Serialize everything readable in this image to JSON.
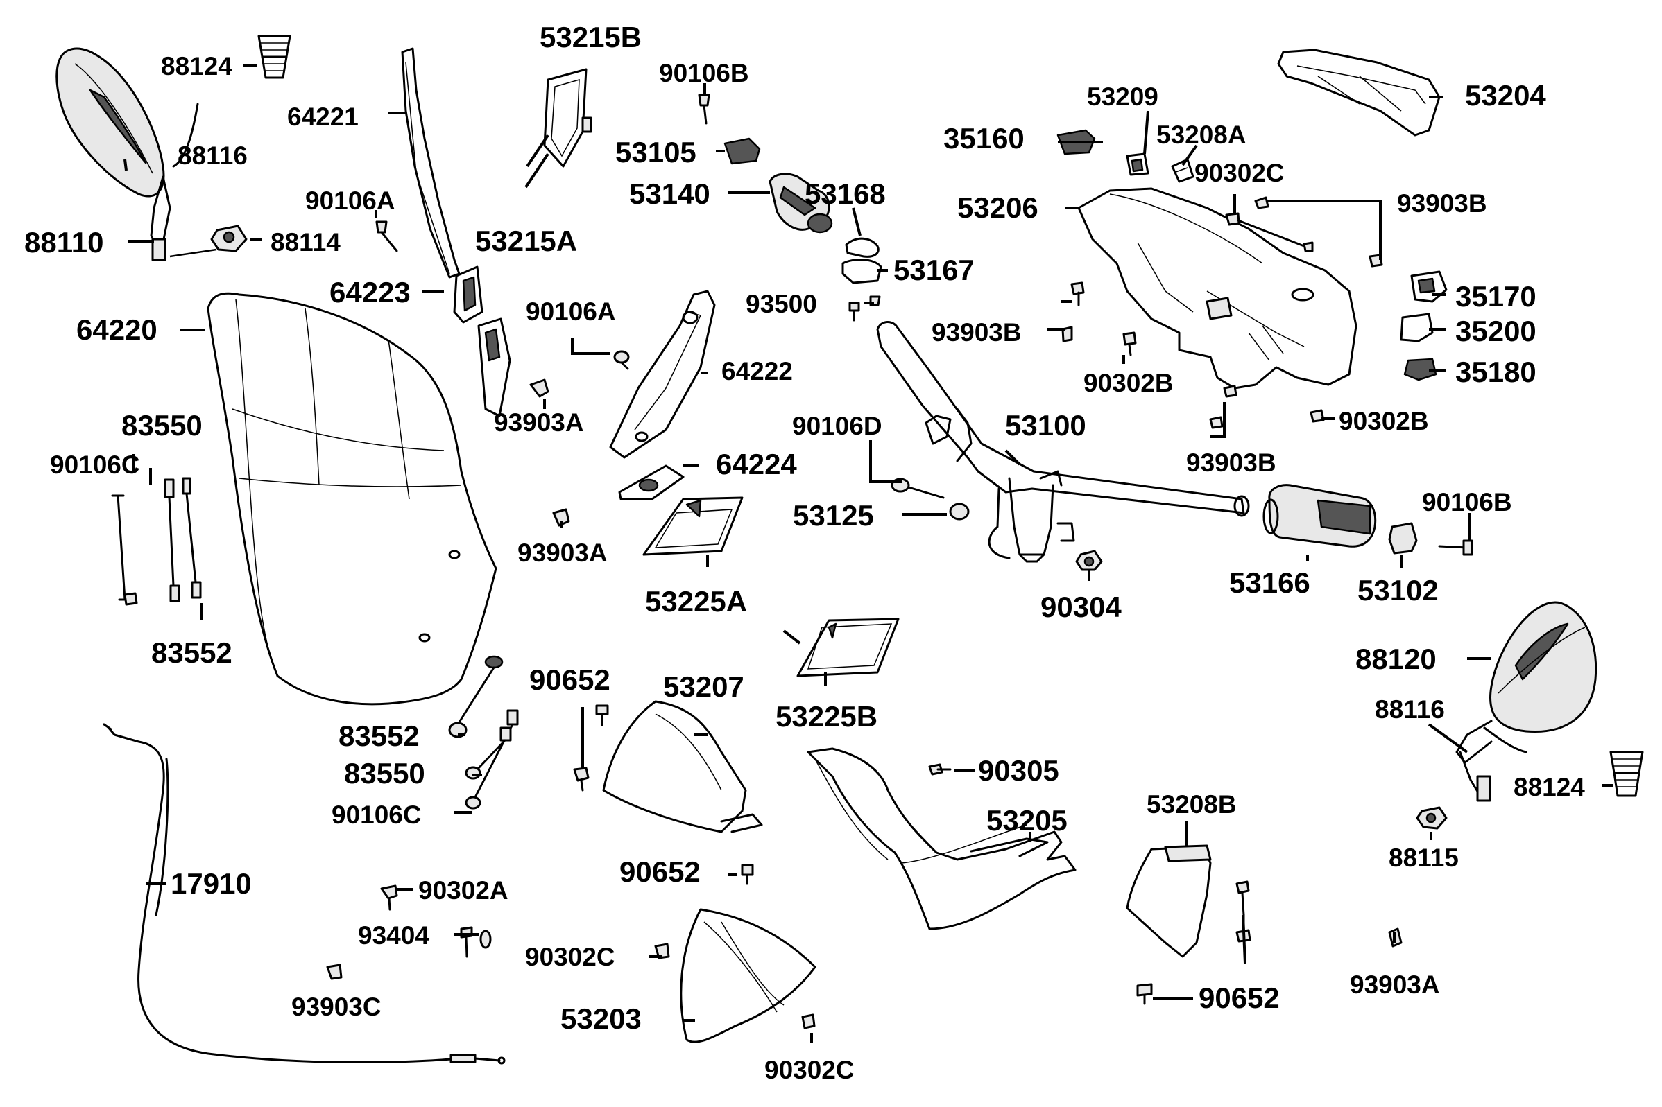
{
  "diagram": {
    "labels": [
      {
        "id": "p88124a",
        "text": "88124"
      },
      {
        "id": "p88116a",
        "text": "88116"
      },
      {
        "id": "p88110",
        "text": "88110"
      },
      {
        "id": "p88114",
        "text": "88114"
      },
      {
        "id": "p64221",
        "text": "64221"
      },
      {
        "id": "p90106a1",
        "text": "90106A"
      },
      {
        "id": "p64223",
        "text": "64223"
      },
      {
        "id": "p64220",
        "text": "64220"
      },
      {
        "id": "p53215b",
        "text": "53215B"
      },
      {
        "id": "p53215a",
        "text": "53215A"
      },
      {
        "id": "p90106b1",
        "text": "90106B"
      },
      {
        "id": "p53105",
        "text": "53105"
      },
      {
        "id": "p53140",
        "text": "53140"
      },
      {
        "id": "p53168",
        "text": "53168"
      },
      {
        "id": "p53167",
        "text": "53167"
      },
      {
        "id": "p93500",
        "text": "93500"
      },
      {
        "id": "p90106a2",
        "text": "90106A"
      },
      {
        "id": "p64222",
        "text": "64222"
      },
      {
        "id": "p93903a1",
        "text": "93903A"
      },
      {
        "id": "p64224",
        "text": "64224"
      },
      {
        "id": "p83550a",
        "text": "83550"
      },
      {
        "id": "p90106c1",
        "text": "90106C"
      },
      {
        "id": "p83552a",
        "text": "83552"
      },
      {
        "id": "p93903a2",
        "text": "93903A"
      },
      {
        "id": "p53225a",
        "text": "53225A"
      },
      {
        "id": "p53209",
        "text": "53209"
      },
      {
        "id": "p35160",
        "text": "35160"
      },
      {
        "id": "p53208a",
        "text": "53208A"
      },
      {
        "id": "p90302c1",
        "text": "90302C"
      },
      {
        "id": "p53206",
        "text": "53206"
      },
      {
        "id": "p93903b1",
        "text": "93903B"
      },
      {
        "id": "p53204",
        "text": "53204"
      },
      {
        "id": "p35170",
        "text": "35170"
      },
      {
        "id": "p35200",
        "text": "35200"
      },
      {
        "id": "p35180",
        "text": "35180"
      },
      {
        "id": "p93903b2",
        "text": "93903B"
      },
      {
        "id": "p90302b1",
        "text": "90302B"
      },
      {
        "id": "p90302b2",
        "text": "90302B"
      },
      {
        "id": "p93903b3",
        "text": "93903B"
      },
      {
        "id": "p90106d",
        "text": "90106D"
      },
      {
        "id": "p53100",
        "text": "53100"
      },
      {
        "id": "p53125",
        "text": "53125"
      },
      {
        "id": "p90304",
        "text": "90304"
      },
      {
        "id": "p53166",
        "text": "53166"
      },
      {
        "id": "p53102",
        "text": "53102"
      },
      {
        "id": "p90106b2",
        "text": "90106B"
      },
      {
        "id": "p88120",
        "text": "88120"
      },
      {
        "id": "p88116b",
        "text": "88116"
      },
      {
        "id": "p88124b",
        "text": "88124"
      },
      {
        "id": "p88115",
        "text": "88115"
      },
      {
        "id": "p53225b",
        "text": "53225B"
      },
      {
        "id": "p90652a",
        "text": "90652"
      },
      {
        "id": "p53207",
        "text": "53207"
      },
      {
        "id": "p83552b",
        "text": "83552"
      },
      {
        "id": "p83550b",
        "text": "83550"
      },
      {
        "id": "p90106c2",
        "text": "90106C"
      },
      {
        "id": "p90652b",
        "text": "90652"
      },
      {
        "id": "p90305",
        "text": "90305"
      },
      {
        "id": "p53205",
        "text": "53205"
      },
      {
        "id": "p53208b",
        "text": "53208B"
      },
      {
        "id": "p17910",
        "text": "17910"
      },
      {
        "id": "p90302a",
        "text": "90302A"
      },
      {
        "id": "p93404",
        "text": "93404"
      },
      {
        "id": "p93903c",
        "text": "93903C"
      },
      {
        "id": "p90302c2",
        "text": "90302C"
      },
      {
        "id": "p53203",
        "text": "53203"
      },
      {
        "id": "p90302c3",
        "text": "90302C"
      },
      {
        "id": "p90652c",
        "text": "90652"
      },
      {
        "id": "p93903a3",
        "text": "93903A"
      }
    ]
  }
}
